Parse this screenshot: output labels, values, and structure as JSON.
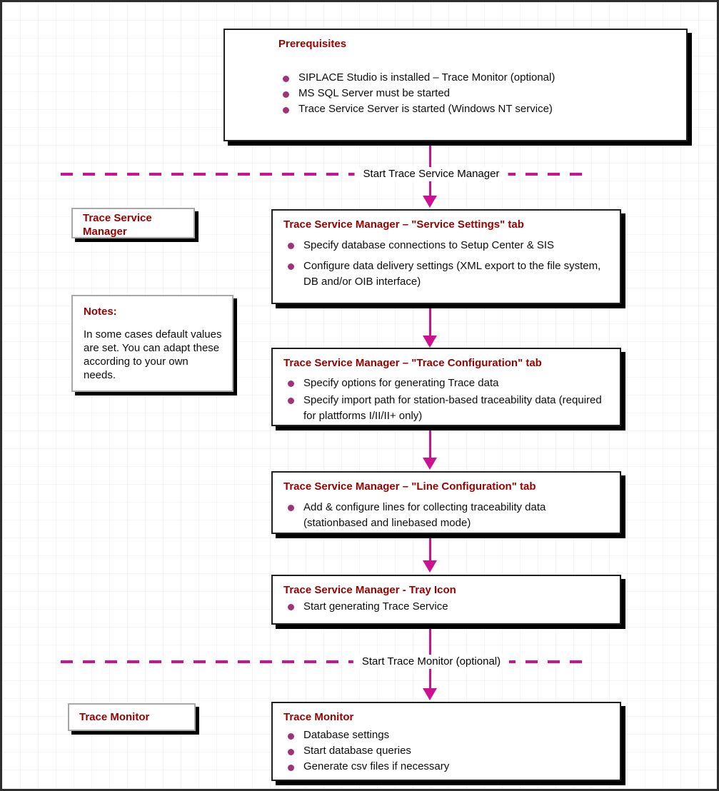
{
  "colors": {
    "heading": "#990000",
    "bullet": "#a03377",
    "accent": "#cc1191",
    "shadow": "#000000"
  },
  "dividers": [
    {
      "label": "Start Trace Service Manager"
    },
    {
      "label": "Start Trace Monitor (optional)"
    }
  ],
  "side_labels": {
    "trace_service_manager": "Trace Service Manager",
    "trace_monitor": "Trace Monitor"
  },
  "notes": {
    "title": "Notes:",
    "body": "In some cases default values are set. You can adapt these according to your own needs."
  },
  "boxes": [
    {
      "title": "Prerequisites",
      "bullets": [
        "SIPLACE Studio is installed – Trace Monitor (optional)",
        "MS SQL Server must be started",
        "Trace Service Server is started (Windows NT service)"
      ]
    },
    {
      "title": "Trace Service Manager – \"Service Settings\" tab",
      "bullets": [
        "Specify database connections to Setup Center & SIS",
        "Configure data delivery settings (XML export to the file system, DB and/or OIB interface)"
      ]
    },
    {
      "title": "Trace Service Manager – \"Trace Configuration\" tab",
      "bullets": [
        "Specify options for generating Trace data",
        "Specify import path for station-based traceability data (required for plattforms I/II/II+ only)"
      ]
    },
    {
      "title": "Trace Service Manager – \"Line Configuration\" tab",
      "bullets": [
        "Add & configure lines for collecting traceability data (stationbased and linebased mode)"
      ]
    },
    {
      "title": "Trace Service Manager - Tray Icon",
      "bullets": [
        "Start generating Trace Service"
      ]
    },
    {
      "title": "Trace Monitor",
      "bullets": [
        "Database settings",
        "Start database queries",
        "Generate csv files if necessary"
      ]
    }
  ]
}
